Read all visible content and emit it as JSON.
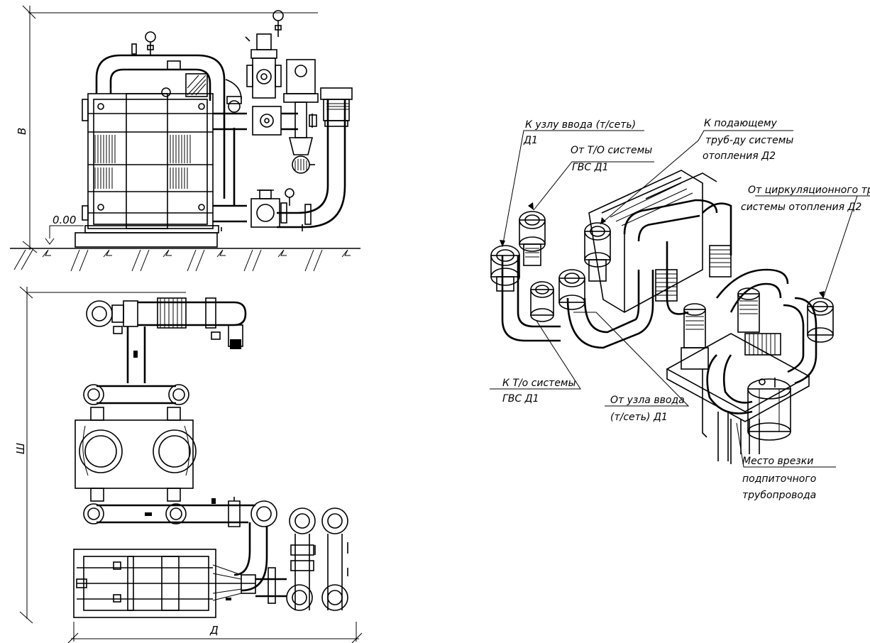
{
  "views": {
    "front_elevation": {
      "height_dimension": "В",
      "level_mark": "0.00"
    },
    "plan_view": {
      "width_dimension": "Ш",
      "length_dimension": "Д"
    }
  },
  "isometric_callouts": {
    "to_input_unit": [
      "К узлу ввода (т/сеть)",
      "Д1"
    ],
    "from_dhw_heat_exchanger": [
      "От Т/О системы",
      "ГВС  Д1"
    ],
    "to_heating_supply": [
      "К подающему",
      "труб-ду системы",
      "отопления  Д2"
    ],
    "from_heating_circulation": [
      "От циркуляционного тр-да",
      "системы отопления Д2"
    ],
    "to_dhw_heat_exchanger": [
      "К Т/о системы",
      "ГВС  Д1"
    ],
    "from_input_unit": [
      "От узла ввода",
      "(т/сеть) Д1"
    ],
    "makeup_pipe_tap": [
      "Место врезки",
      "подпиточного",
      "трубопровода"
    ]
  }
}
